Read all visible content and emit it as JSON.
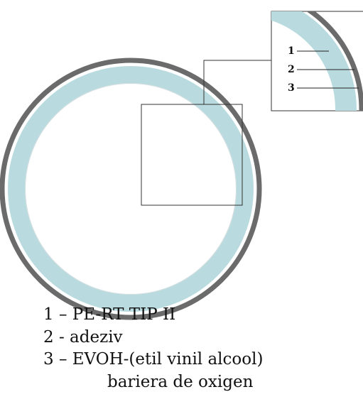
{
  "diagram": {
    "callouts": [
      {
        "number": "1"
      },
      {
        "number": "2"
      },
      {
        "number": "3"
      }
    ],
    "legend": [
      "1 – PE-RT TIP II",
      "2 - adeziv",
      "3 – EVOH-(etil vinil alcool)",
      "bariera de oxigen"
    ]
  },
  "colors": {
    "outer_ring": "#6b6b6b",
    "pipe_layer": "#b9dbdf",
    "pipe_layer_inner_edge": "#c9c9c9",
    "frame": "#333333"
  }
}
